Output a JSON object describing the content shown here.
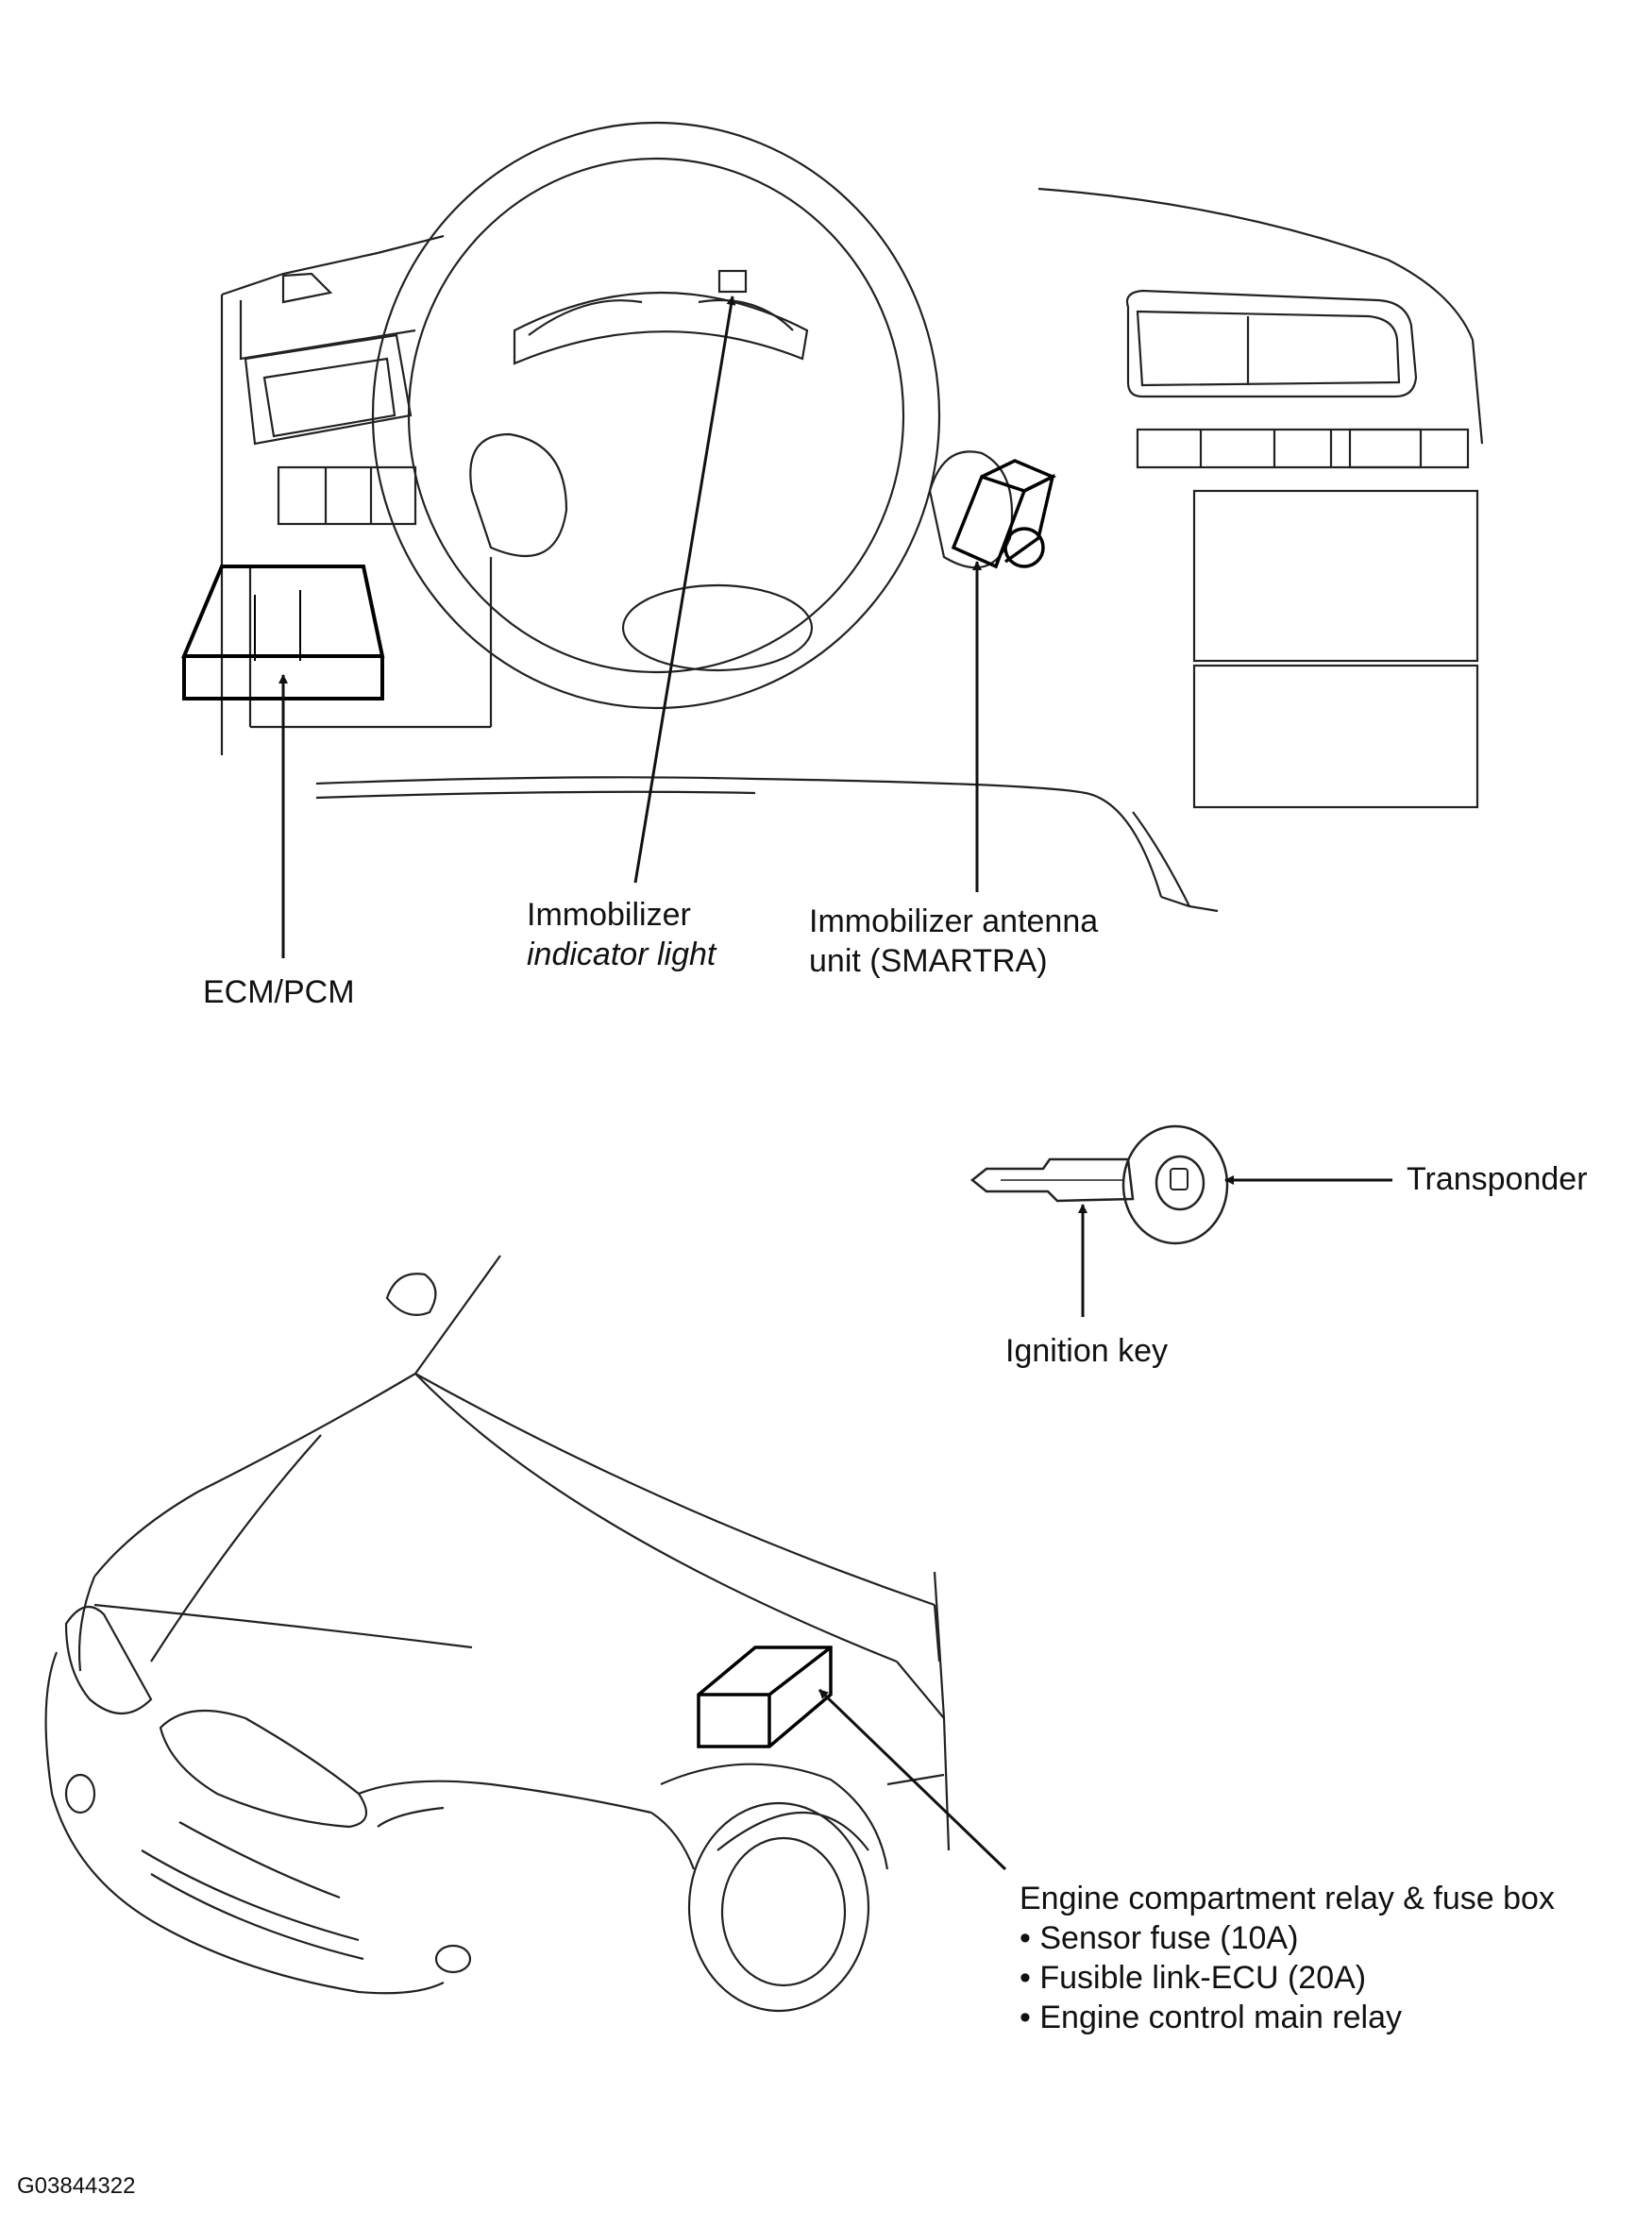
{
  "labels": {
    "ecm_pcm": "ECM/PCM",
    "indicator": {
      "line1": "Immobilizer",
      "line2": "indicator light"
    },
    "antenna": {
      "line1": "Immobilizer antenna",
      "line2": "unit (SMARTRA)"
    },
    "transponder": "Transponder",
    "ignition_key": "Ignition key",
    "fuse_box": {
      "title": "Engine compartment relay & fuse box",
      "items": [
        "Sensor fuse (10A)",
        "Fusible link-ECU (20A)",
        "Engine control main relay"
      ]
    },
    "figure_id": "G03844322"
  },
  "colors": {
    "ink": "#111111",
    "background": "#ffffff"
  }
}
